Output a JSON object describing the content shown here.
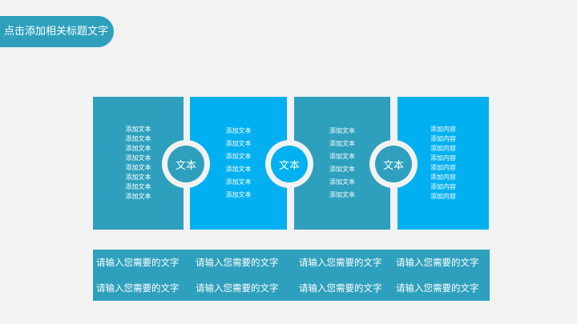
{
  "title": "点击添加相关标题文字",
  "panels": [
    {
      "items": [
        "添加文本",
        "添加文本",
        "添加文本",
        "添加文本",
        "添加文本",
        "添加文本",
        "添加文本",
        "添加文本"
      ]
    },
    {
      "items": [
        "添加文本",
        "添加文本",
        "添加文本",
        "添加文本",
        "添加文本",
        "添加文本"
      ]
    },
    {
      "items": [
        "添加文本",
        "添加文本",
        "添加文本",
        "添加文本",
        "添加文本",
        "添加文本"
      ]
    },
    {
      "items": [
        "添加内容",
        "添加内容",
        "添加内容",
        "添加内容",
        "添加内容",
        "添加内容",
        "添加内容",
        "添加内容"
      ]
    }
  ],
  "circles": [
    "文本",
    "文本",
    "文本"
  ],
  "bottom": [
    "请输入您需要的文字",
    "请输入您需要的文字",
    "请输入您需要的文字",
    "请输入您需要的文字",
    "请输入您需要的文字",
    "请输入您需要的文字",
    "请输入您需要的文字",
    "请输入您需要的文字"
  ],
  "colors": {
    "teal": "#2ea0bd",
    "blue": "#00b0f0",
    "background": "#f2f2f2"
  }
}
